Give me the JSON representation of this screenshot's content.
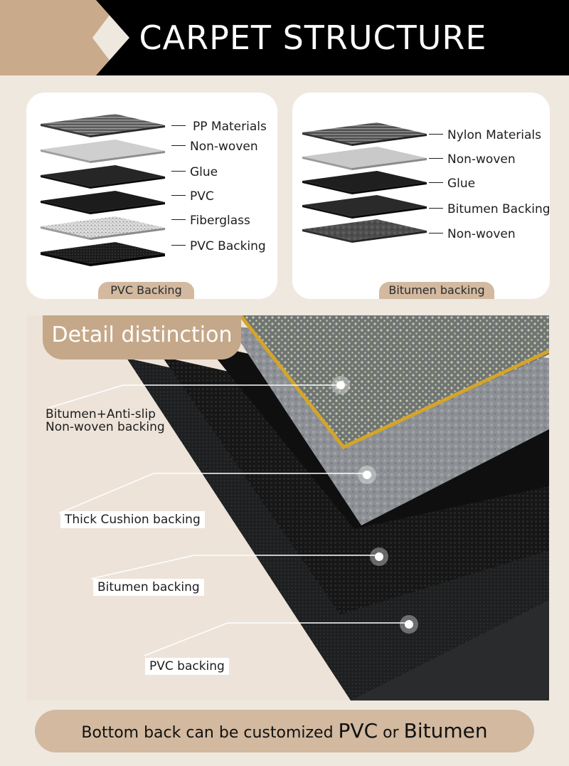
{
  "header": {
    "title": "CARPET STRUCTURE"
  },
  "pvc_card": {
    "tab_label": "PVC Backing",
    "layers": [
      "PP Materials",
      "Non-woven",
      "Glue",
      "PVC",
      "Fiberglass",
      "PVC Backing"
    ]
  },
  "bitumen_card": {
    "tab_label": "Bitumen backing",
    "layers": [
      "Nylon Materials",
      "Non-woven",
      "Glue",
      "Bitumen Backing",
      "Non-woven"
    ]
  },
  "detail": {
    "tab_label": "Detail distinction",
    "callouts": [
      {
        "line1": "Bitumen+Anti-slip",
        "line2": "Non-woven backing"
      },
      {
        "line1": "Thick Cushion backing"
      },
      {
        "line1": "Bitumen backing"
      },
      {
        "line1": "PVC backing"
      }
    ]
  },
  "footer": {
    "text_prefix": "Bottom back can be customized ",
    "option_1": "PVC",
    "connector": " or ",
    "option_2": "Bitumen"
  },
  "colors": {
    "background": "#efe8df",
    "accent_tan": "#d2b99f",
    "header_black": "#000000",
    "tab_brown": "#c5a889"
  }
}
